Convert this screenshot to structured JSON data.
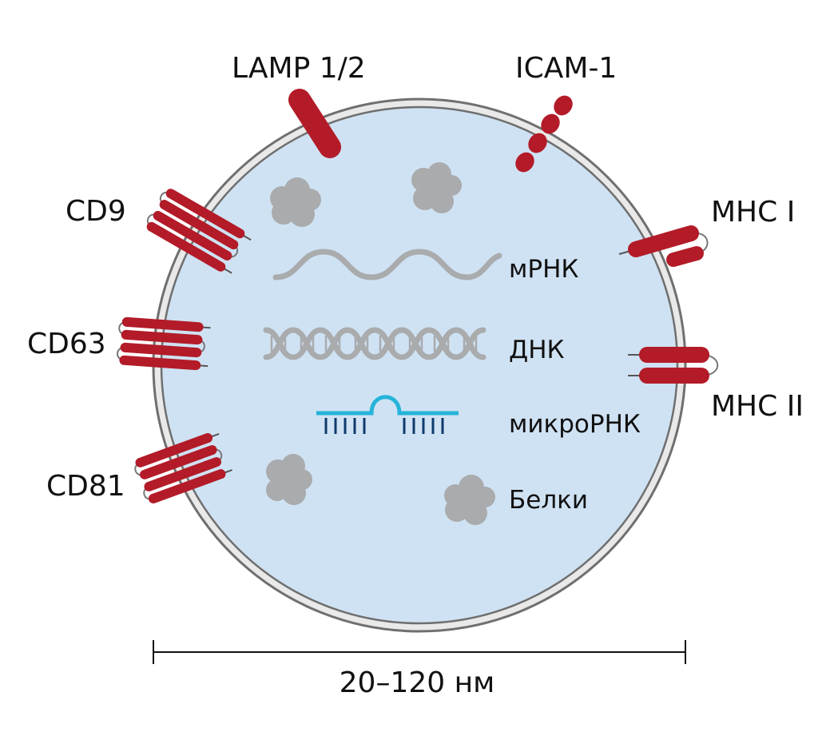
{
  "labels": {
    "lamp": "LAMP 1/2",
    "icam": "ICAM-1",
    "cd9": "CD9",
    "cd63": "CD63",
    "cd81": "CD81",
    "mhc1": "MHC I",
    "mhc2": "MHC II",
    "mrna": "мРНК",
    "dna": "ДНК",
    "mirna": "микроРНК",
    "proteins": "Белки",
    "size": "20–120 нм"
  },
  "colors": {
    "vesicle_fill": "#cfe2f3",
    "membrane": "#e9e9e9",
    "membrane_stroke": "#6f6f6f",
    "protein_red": "#b31b28",
    "cargo_gray": "#a9abad",
    "mirna_cyan": "#25b4d9",
    "mirna_navy": "#0e3a6e",
    "ink": "#111111"
  }
}
